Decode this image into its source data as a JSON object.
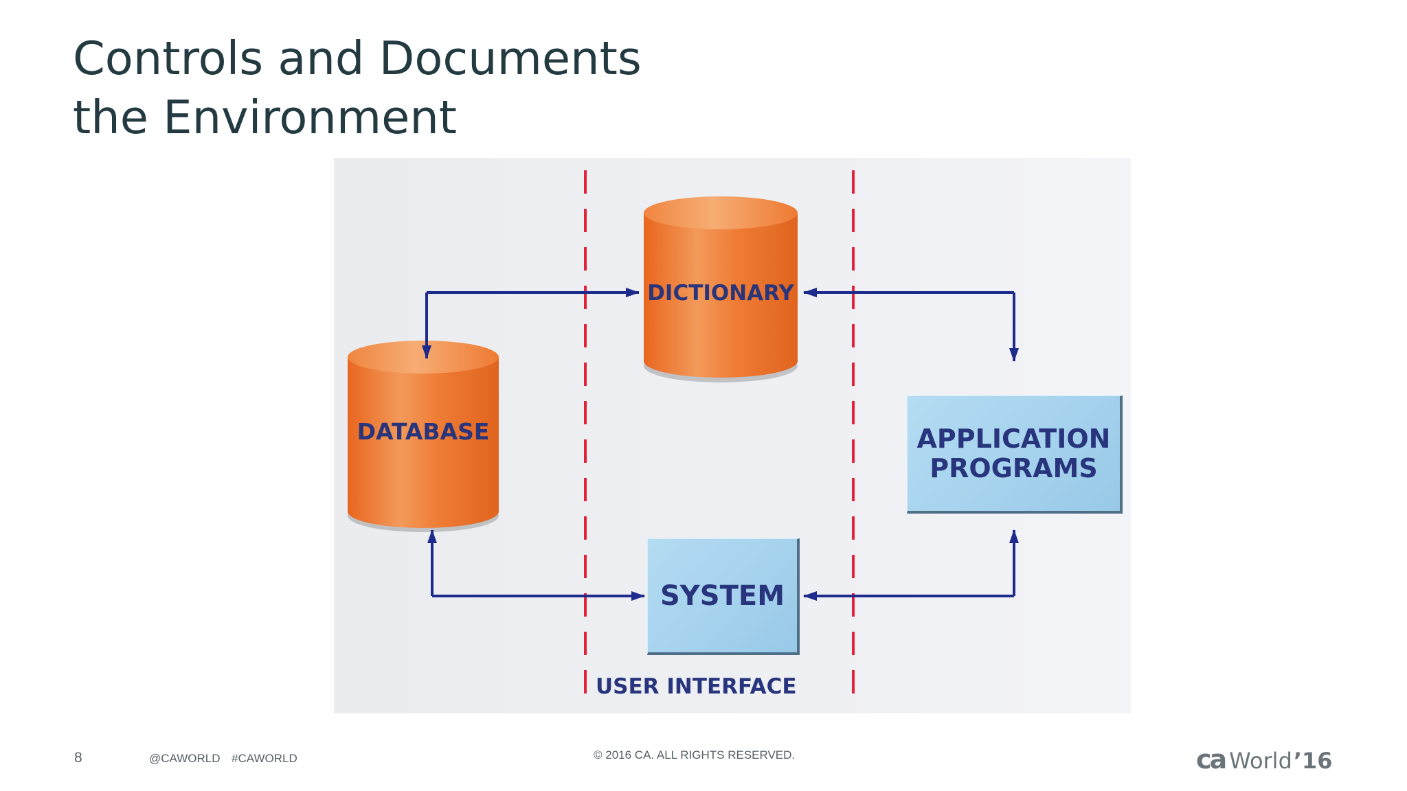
{
  "slide": {
    "title_lines": [
      "Controls and Documents",
      "the Environment"
    ],
    "page_number": "8",
    "handle_1": "@CAWORLD",
    "handle_2": "#CAWORLD",
    "copyright": "© 2016 CA. ALL RIGHTS RESERVED.",
    "logo": {
      "ca": "ca",
      "world": "World",
      "year": "’16"
    }
  },
  "diagram": {
    "nodes": {
      "dictionary": "DICTIONARY",
      "database": "DATABASE",
      "system": "SYSTEM",
      "application_programs": [
        "APPLICATION",
        "PROGRAMS"
      ]
    },
    "user_interface_label": "USER INTERFACE",
    "colors": {
      "cylinder": "#ee7428",
      "box": "#a7d3ee",
      "arrow": "#1e2a8c",
      "divider": "#e0223a",
      "text": "#28357d"
    }
  }
}
